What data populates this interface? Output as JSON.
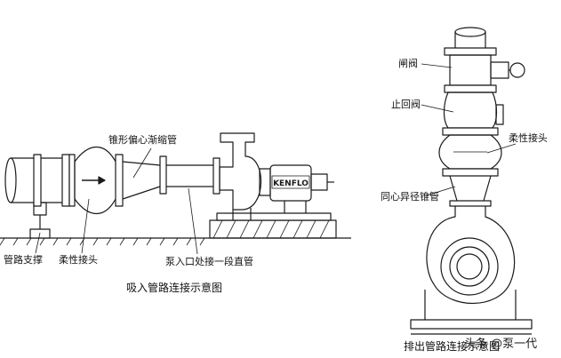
{
  "suction": {
    "labels": {
      "eccentric_reducer": "锥形偏心渐缩管",
      "pipe_support": "管路支撑",
      "flexible_joint": "柔性接头",
      "straight_pipe": "泵入口处接一段直管"
    },
    "pump_brand": "KENFLO",
    "caption": "吸入管路连接示意图"
  },
  "discharge": {
    "labels": {
      "gate_valve": "闸阀",
      "check_valve": "止回阀",
      "flexible_joint": "柔性接头",
      "concentric_reducer": "同心异径锥管"
    },
    "caption": "排出管路连接示意图"
  },
  "watermark": "头条 @泵一代"
}
